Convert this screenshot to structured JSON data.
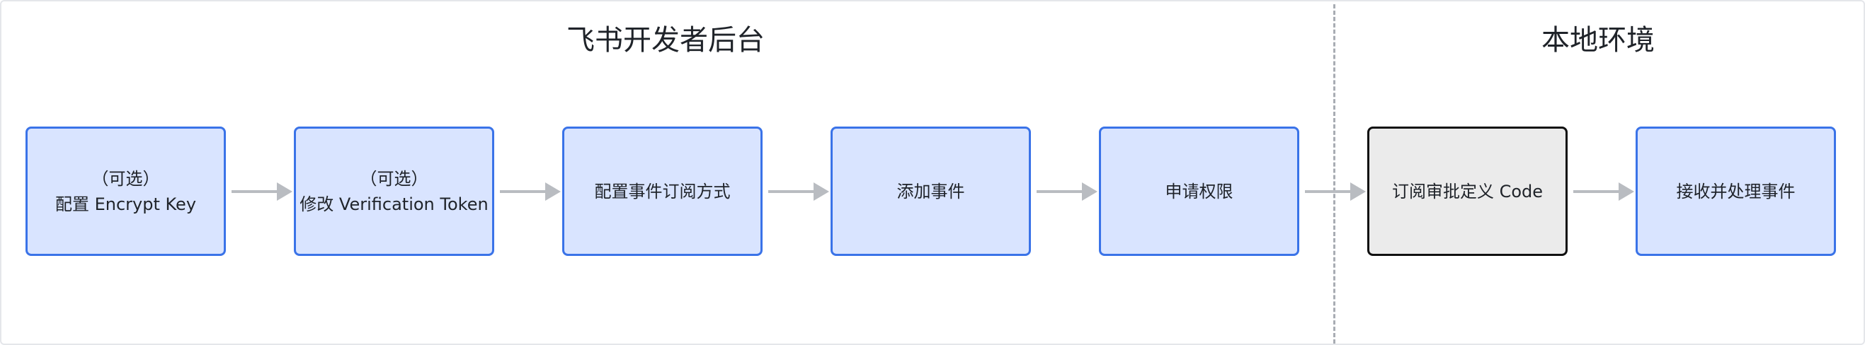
{
  "sections": {
    "left_title": "飞书开发者后台",
    "right_title": "本地环境"
  },
  "steps": [
    {
      "line1": "（可选）",
      "line2": "配置 Encrypt Key"
    },
    {
      "line1": "（可选）",
      "line2": "修改 Verification Token"
    },
    {
      "line1": "配置事件订阅方式"
    },
    {
      "line1": "添加事件"
    },
    {
      "line1": "申请权限"
    },
    {
      "line1": "订阅审批定义 Code"
    },
    {
      "line1": "接收并处理事件"
    }
  ],
  "colors": {
    "step_fill": "#d9e4ff",
    "step_border": "#3a73e8",
    "local_step_fill": "#ebebeb",
    "local_step_border": "#101010",
    "arrow": "#b9bcc1",
    "divider": "#a8acb3"
  }
}
